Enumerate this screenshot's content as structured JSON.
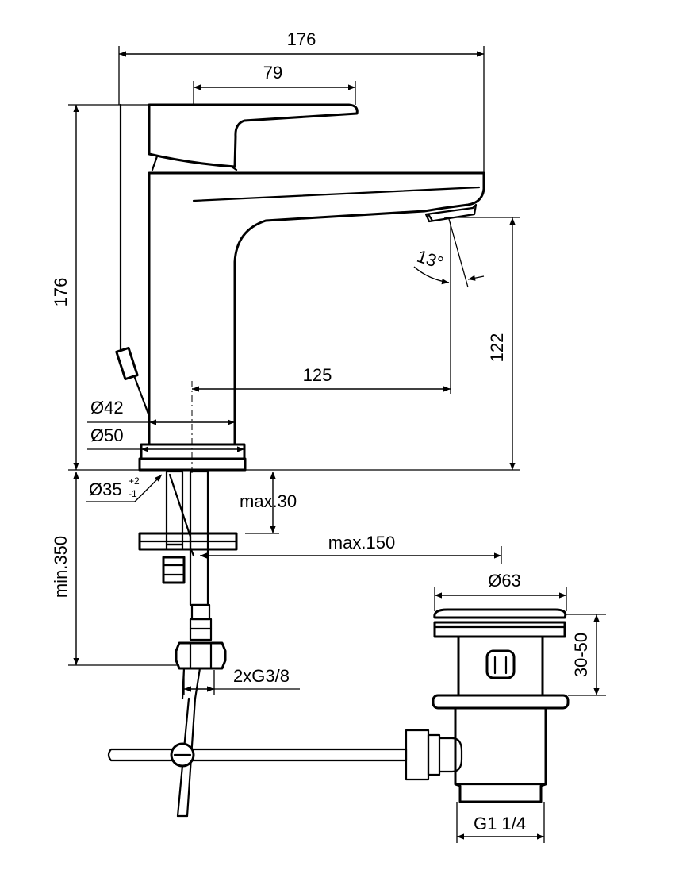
{
  "drawing": {
    "title": "Basin mixer with pop-up waste - dimension drawing",
    "colors": {
      "ink": "#000000",
      "paper": "#ffffff"
    },
    "dimensions": {
      "overall_width": "176",
      "lever_length": "79",
      "overall_height": "176",
      "spout_height": "122",
      "spout_reach": "125",
      "aerator_angle": "13°",
      "body_diameter": "Ø42",
      "base_diameter": "Ø50",
      "hole_diameter": "Ø35",
      "hole_tolerance_plus": "+2",
      "hole_tolerance_minus": "-1",
      "max_deck_thickness": "max.30",
      "max_pull_rod": "max.150",
      "min_hose_length": "min.350",
      "connection_thread": "2xG3/8",
      "waste_diameter": "Ø63",
      "waste_height_range": "30-50",
      "waste_thread": "G1 1/4"
    }
  }
}
